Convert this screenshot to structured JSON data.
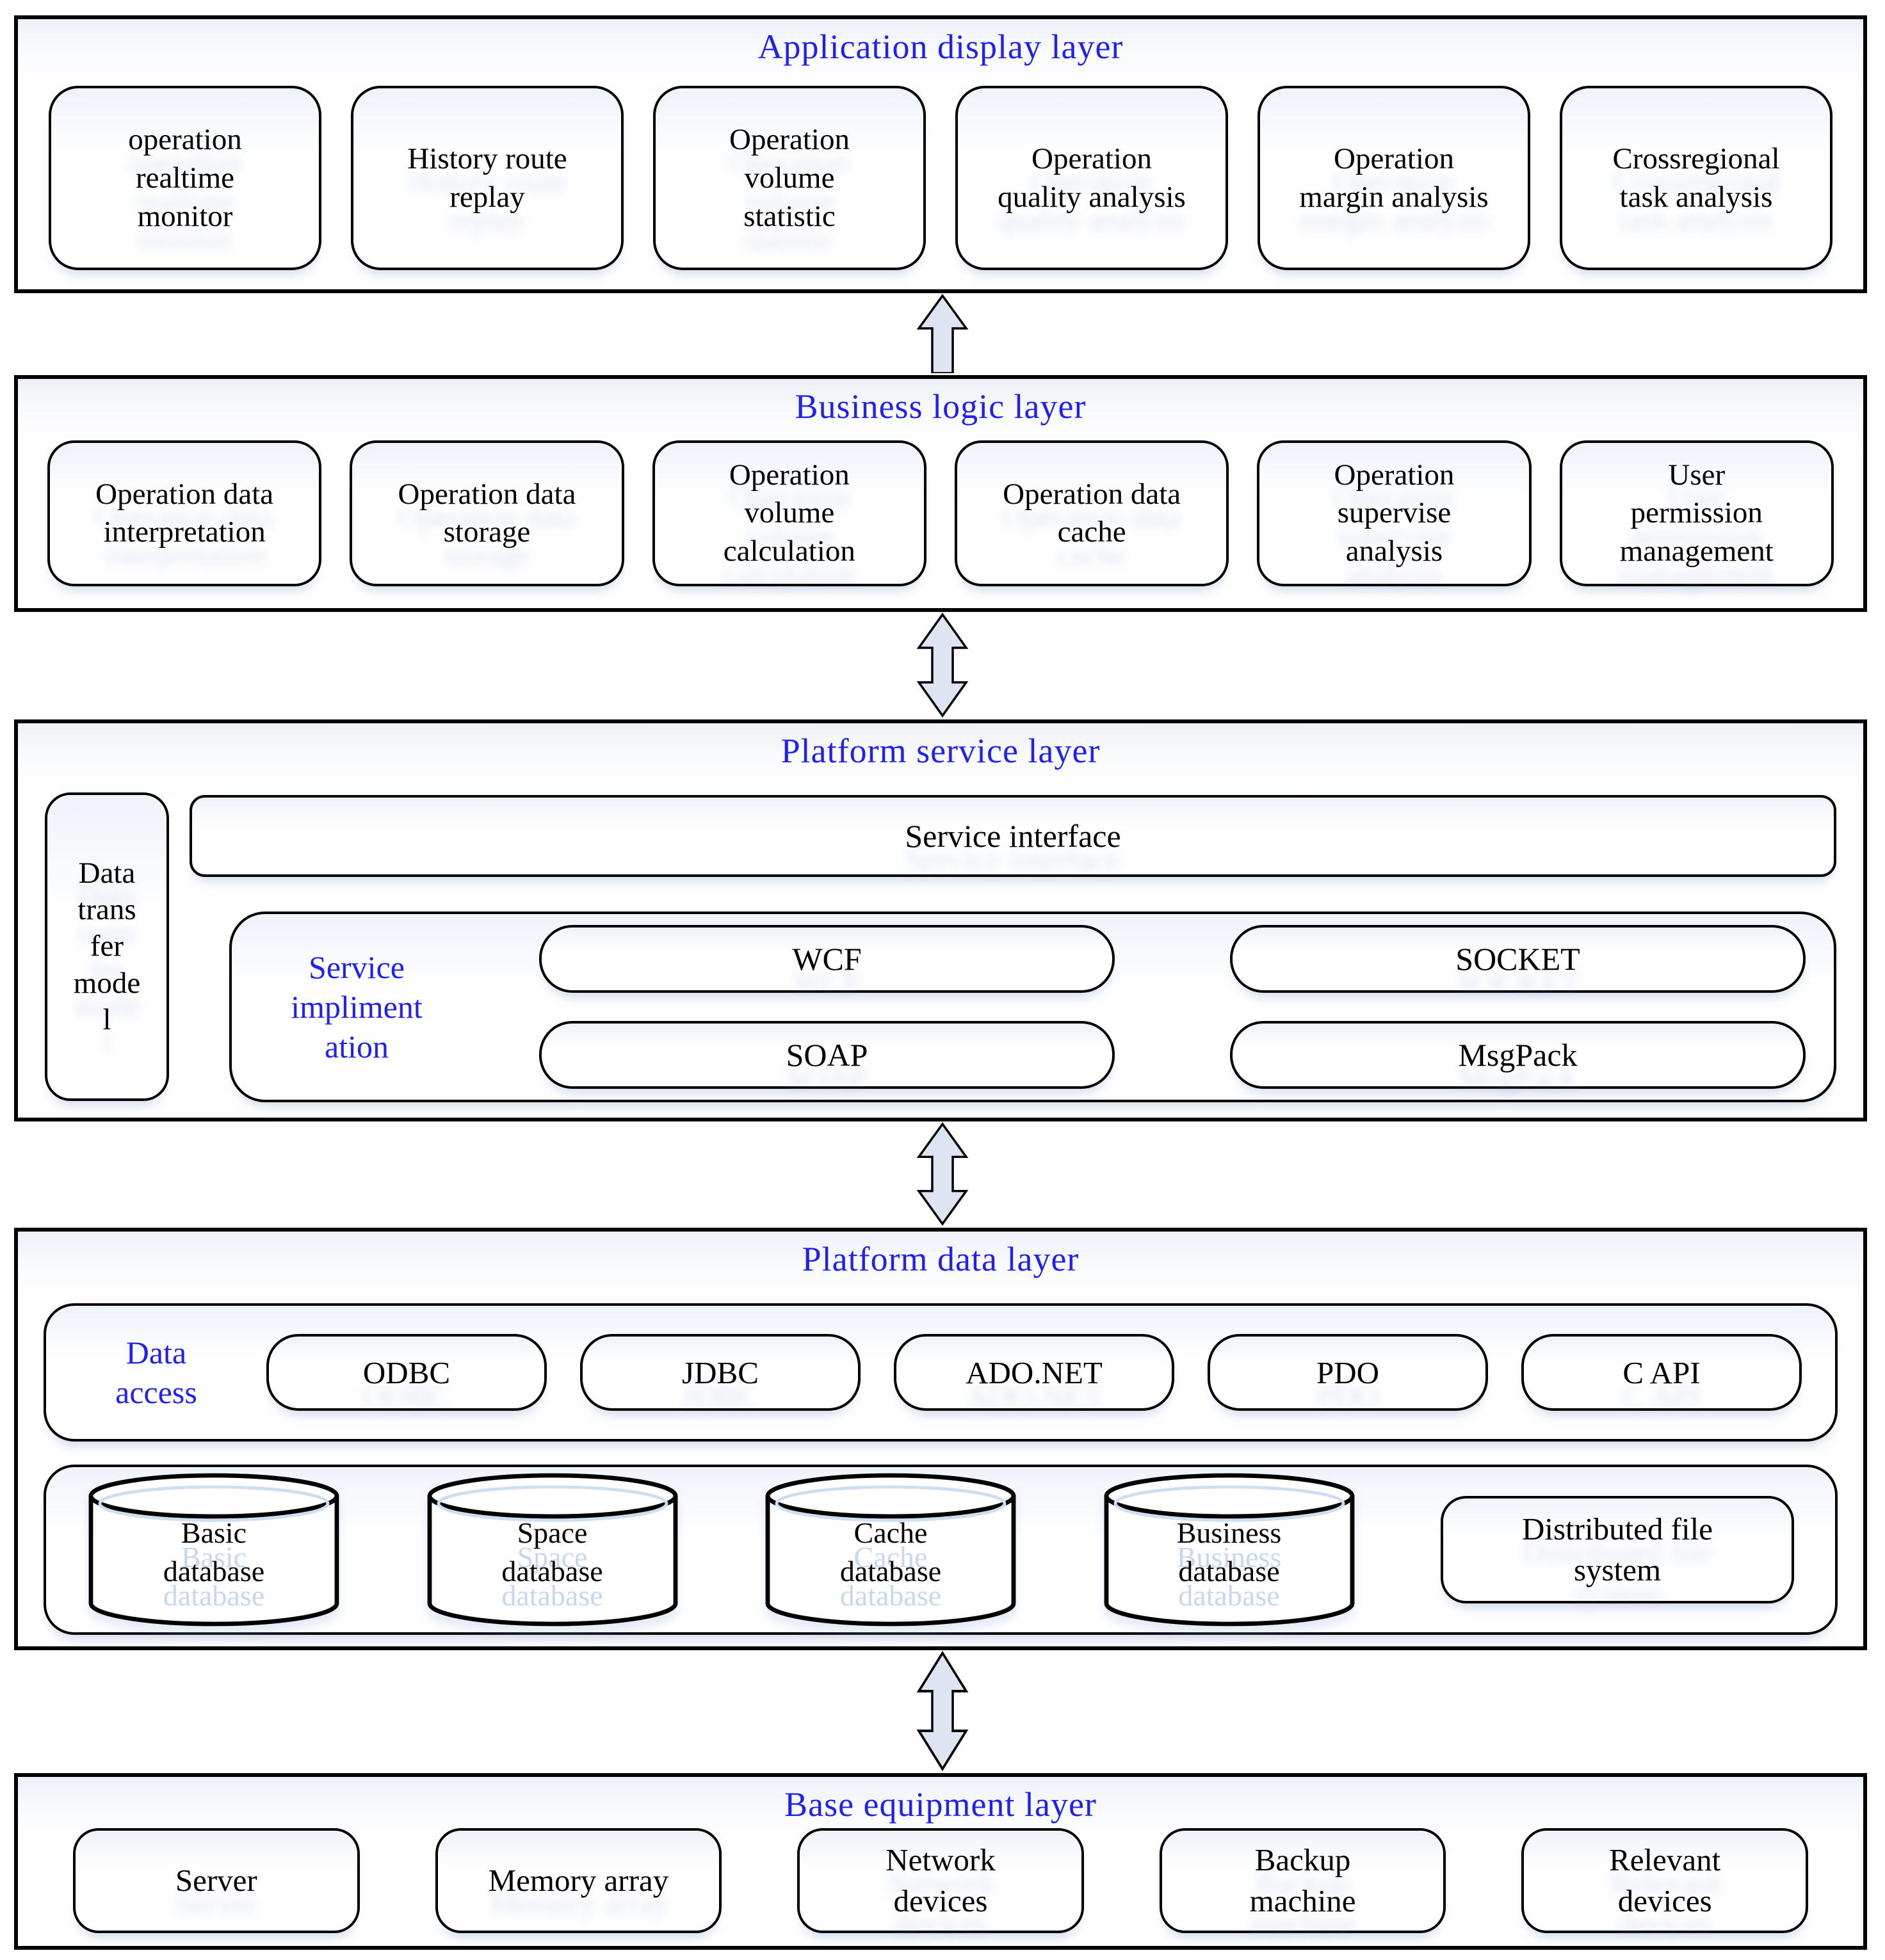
{
  "colors": {
    "title_blue": "#2020f0",
    "arrow_fill": "#dde5f2",
    "border_black": "#000000",
    "ghost_blue": "#c6d7ef"
  },
  "layers": {
    "application": {
      "title": "Application display layer",
      "boxes": [
        "operation\nrealtime\nmonitor",
        "History route\nreplay",
        "Operation\nvolume\nstatistic",
        "Operation\nquality analysis",
        "Operation\nmargin analysis",
        "Crossregional\ntask analysis"
      ]
    },
    "business": {
      "title": "Business logic layer",
      "boxes": [
        "Operation data\ninterpretation",
        "Operation data\nstorage",
        "Operation\nvolume\ncalculation",
        "Operation data\ncache",
        "Operation\nsupervise\nanalysis",
        "User\npermission\nmanagement"
      ]
    },
    "service": {
      "title": "Platform service layer",
      "data_transfer_model": "Data\ntrans\nfer\nmode\nl",
      "service_interface": "Service interface",
      "implementation_label": "Service\nimpliment\nation",
      "impl_left": [
        "WCF",
        "SOAP"
      ],
      "impl_right": [
        "SOCKET",
        "MsgPack"
      ]
    },
    "data": {
      "title": "Platform data layer",
      "access_label": "Data\naccess",
      "access_items": [
        "ODBC",
        "JDBC",
        "ADO.NET",
        "PDO",
        "C API"
      ],
      "databases": [
        "Basic\ndatabase",
        "Space\ndatabase",
        "Cache\ndatabase",
        "Business\ndatabase"
      ],
      "file_system": "Distributed file\nsystem"
    },
    "base": {
      "title": "Base equipment layer",
      "boxes": [
        "Server",
        "Memory array",
        "Network\ndevices",
        "Backup\nmachine",
        "Relevant\ndevices"
      ]
    }
  }
}
